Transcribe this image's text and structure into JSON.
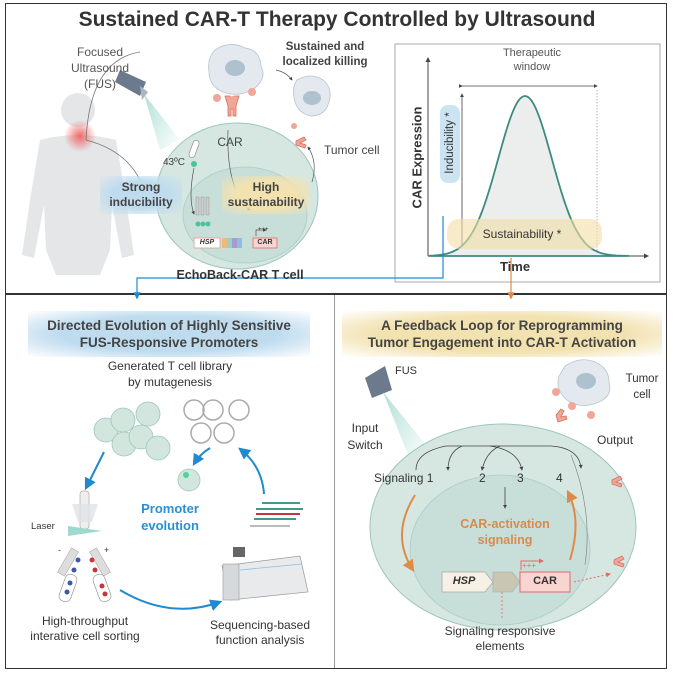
{
  "title": "Sustained CAR-T Therapy Controlled by Ultrasound",
  "top": {
    "fus_label_1": "Focused",
    "fus_label_2": "Ultrasound",
    "fus_label_3": "(FUS)",
    "killing_1": "Sustained and",
    "killing_2": "localized killing",
    "car_label": "CAR",
    "temp_label": "43ºC",
    "tumor_cell": "Tumor cell",
    "strong_1": "Strong",
    "strong_2": "inducibility",
    "high_1": "High",
    "high_2": "sustainability",
    "hsp": "HSP",
    "car_box": "CAR",
    "plus": "+++",
    "cell_name": "EchoBack-CAR T cell"
  },
  "chart": {
    "window_1": "Therapeutic",
    "window_2": "window",
    "ylabel": "CAR Expression",
    "xlabel": "Time",
    "inducibility": "Inducibility *",
    "sustainability": "Sustainability *"
  },
  "left_panel": {
    "title_1": "Directed Evolution of Highly Sensitive",
    "title_2": "FUS-Responsive Promoters",
    "library_1": "Generated T cell library",
    "library_2": "by mutagenesis",
    "evolution_1": "Promoter",
    "evolution_2": "evolution",
    "laser": "Laser",
    "minus": "-",
    "plus": "+",
    "sorting_1": "High-throughput",
    "sorting_2": "interative cell sorting",
    "seq_1": "Sequencing-based",
    "seq_2": "function analysis"
  },
  "right_panel": {
    "title_1": "A Feedback Loop for Reprogramming",
    "title_2": "Tumor Engagement into CAR-T Activation",
    "fus": "FUS",
    "input_1": "Input",
    "input_2": "Switch",
    "tumor_1": "Tumor",
    "tumor_2": "cell",
    "output": "Output",
    "sig1": "Signaling 1",
    "sig2": "2",
    "sig3": "3",
    "sig4": "4",
    "activation_1": "CAR-activation",
    "activation_2": "signaling",
    "hsp": "HSP",
    "car": "CAR",
    "plus": "+++",
    "sre_1": "Signaling responsive",
    "sre_2": "elements"
  },
  "colors": {
    "blue_accent": "#1f8ad0",
    "orange_accent": "#e08a4a",
    "cell_fill": "#d6e7e2",
    "receptor": "#e8958a"
  }
}
